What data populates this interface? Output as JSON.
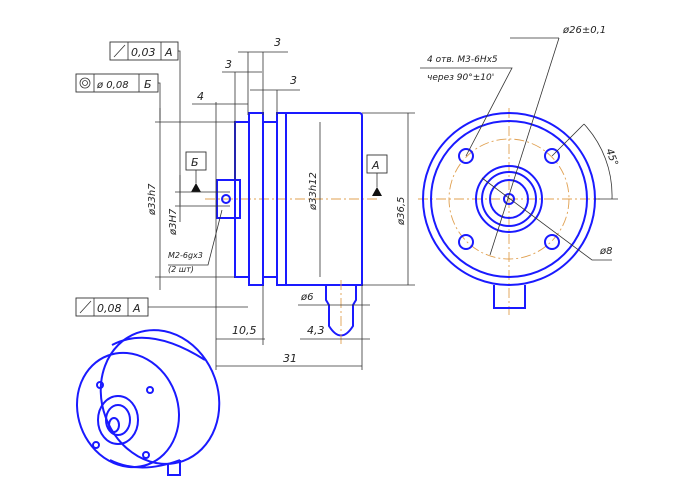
{
  "tolerance_frames": {
    "runout_top": {
      "value": "0,03",
      "datum": "А"
    },
    "concentricity": {
      "value": "ø 0,08",
      "datum": "Б"
    },
    "runout_bottom": {
      "value": "0,08",
      "datum": "А"
    }
  },
  "datums": {
    "b": "Б",
    "a": "А"
  },
  "dimensions": {
    "d3_a": "3",
    "d3_b": "3",
    "d3_c": "3",
    "d4": "4",
    "d33h7": "ø33h7",
    "d3H7": "ø3H7",
    "d33h12": "ø33h12",
    "d36_5": "ø36,5",
    "d6": "ø6",
    "d10_5": "10,5",
    "d4_3": "4,3",
    "d31": "31",
    "thread_note_1": "M2-6gx3",
    "thread_note_2": "(2 шт)",
    "holes_note_1": "4 отв. M3-6Hx5",
    "holes_note_2": "через 90°±10'",
    "d26": "ø26±0,1",
    "d8": "ø8",
    "angle": "45°"
  },
  "colors": {
    "outline": "#1a1aff",
    "centerline": "#e0a050",
    "dim": "#333333"
  }
}
